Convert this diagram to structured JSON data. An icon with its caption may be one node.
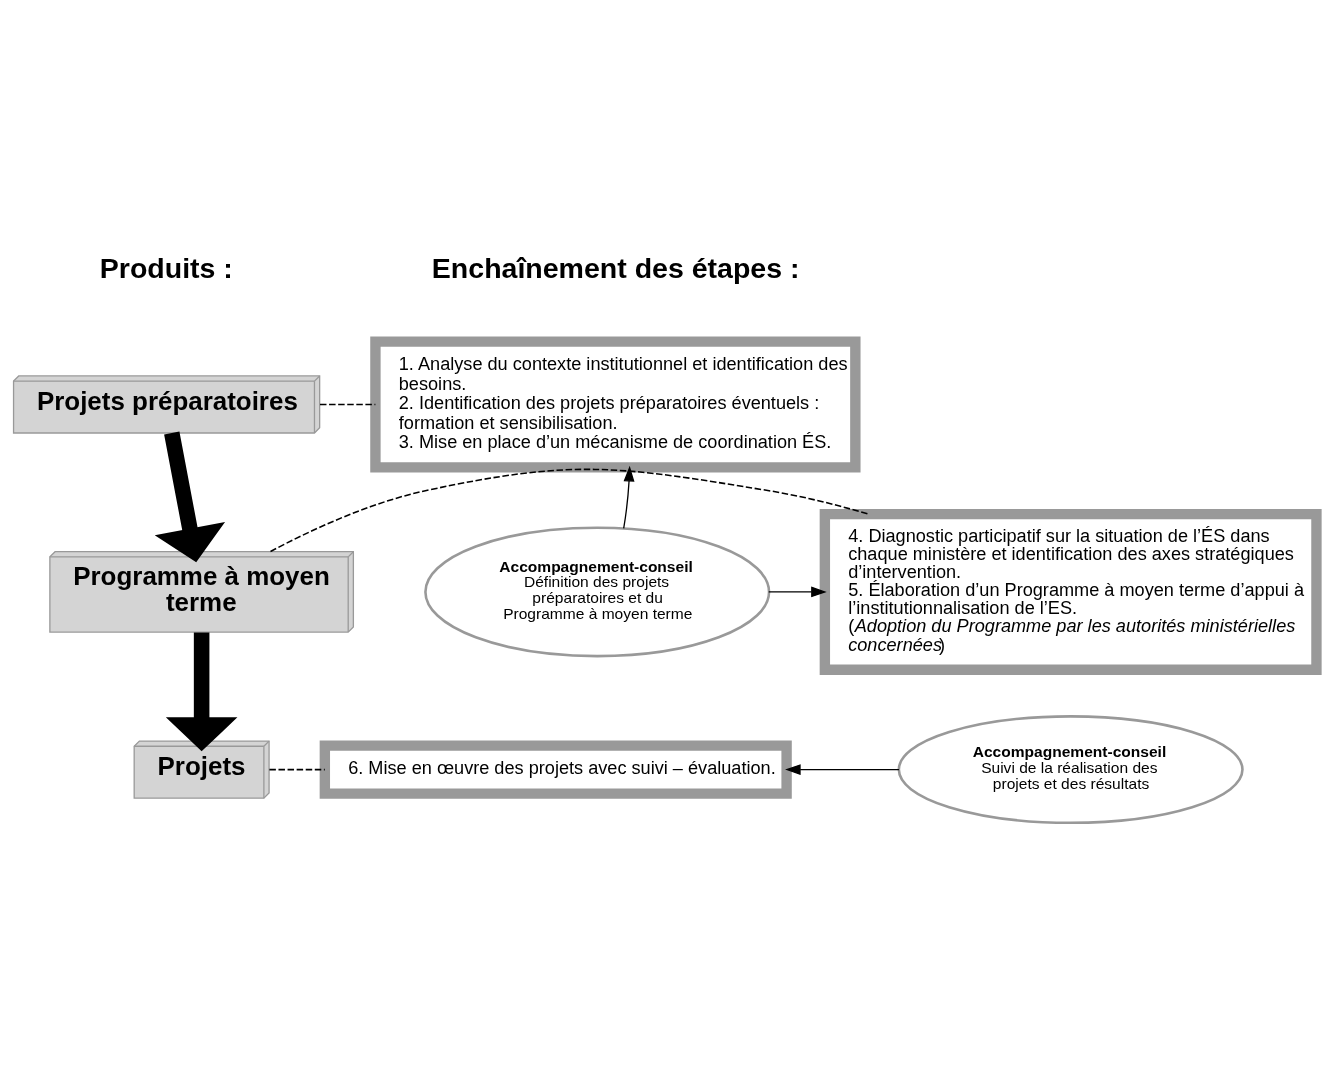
{
  "diagram": {
    "nodes": [
      {
        "text": [
          "Projets préparatoires"
        ]
      },
      {
        "text": [
          "Programme à moyen terme"
        ]
      },
      {
        "text": [
          "Projets"
        ]
      },
      {
        "text": [
          "1. Analyse du contexte institutionnel et identification des besoins.",
          "2. Identification des projets préparatoires éventuels : formation et sensibilisation.",
          "3. Mise en place d’un mécanisme de coordination ÉS."
        ]
      },
      {
        "text": [
          "4. Diagnostic participatif sur la situation de l’ÉS dans chaque ministère et identification des axes stratégiques d’intervention.",
          "5. Élaboration d’un Programme à moyen terme d’appui à l’institutionnalisation de l’ES.",
          "(*Adoption du Programme par les autorités ministérielles concernées*)"
        ]
      },
      {
        "text": [
          "6. Mise en œuvre des projets avec suivi – évaluation."
        ]
      },
      {
        "text": [
          "Accompagnement-conseil",
          "Définition des projets préparatoires et du Programme à moyen terme"
        ]
      },
      {
        "text": [
          "Accompagnement-conseil",
          "Suivi de la réalisation des projets et des résultats"
        ]
      }
    ],
    "edges": [
      {
        "from": 0,
        "to": 1,
        "arrow": "to",
        "style": "thick"
      },
      {
        "from": 1,
        "to": 2,
        "arrow": "to",
        "style": "thick"
      },
      {
        "from": 0,
        "to": 3,
        "arrow": "none",
        "style": "dashed"
      },
      {
        "from": 1,
        "to": 4,
        "arrow": "none",
        "style": "dashed"
      },
      {
        "from": 2,
        "to": 5,
        "arrow": "none",
        "style": "dashed"
      },
      {
        "from": 6,
        "to": 3,
        "arrow": "to"
      },
      {
        "from": 6,
        "to": 4,
        "arrow": "to"
      },
      {
        "from": 7,
        "to": 5,
        "arrow": "to"
      }
    ],
    "labels": [
      "Produits :",
      "Enchaînement des étapes :"
    ]
  }
}
